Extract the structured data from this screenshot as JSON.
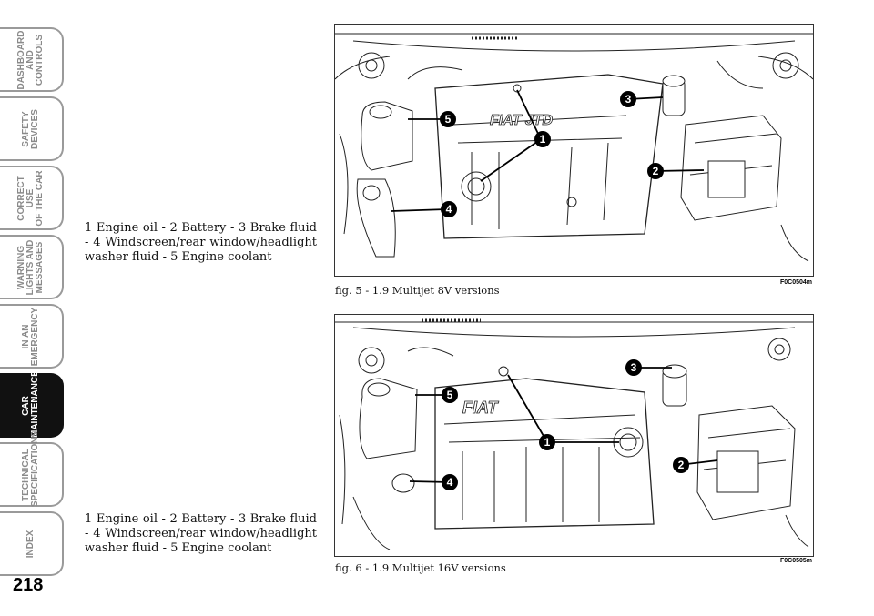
{
  "tabs": [
    {
      "label": "DASHBOARD\nAND CONTROLS",
      "active": false
    },
    {
      "label": "SAFETY\nDEVICES",
      "active": false
    },
    {
      "label": "CORRECT USE\nOF THE CAR",
      "active": false
    },
    {
      "label": "WARNING\nLIGHTS AND\nMESSAGES",
      "active": false
    },
    {
      "label": "IN AN\nEMERGENCY",
      "active": false
    },
    {
      "label": "CAR\nMAINTENANCE",
      "active": true
    },
    {
      "label": "TECHNICAL\nSPECIFICATIONS",
      "active": false
    },
    {
      "label": "INDEX",
      "active": false
    }
  ],
  "page_number": "218",
  "captions": {
    "top": "1 Engine oil - 2 Battery - 3 Brake fluid - 4 Windscreen/rear window/headlight washer fluid - 5 Engine coolant",
    "bottom": "1 Engine oil - 2 Battery - 3 Brake fluid - 4 Windscreen/rear window/headlight washer fluid - 5 Engine coolant"
  },
  "figures": {
    "fig5": {
      "caption": "fig. 5 - 1.9 Multijet 8V versions",
      "code": "F0C0504m",
      "logo": "FIAT JTD"
    },
    "fig6": {
      "caption": "fig. 6 - 1.9 Multijet 16V versions",
      "code": "F0C0505m",
      "logo": "FIAT"
    }
  },
  "callouts": [
    "1",
    "2",
    "3",
    "4",
    "5"
  ]
}
